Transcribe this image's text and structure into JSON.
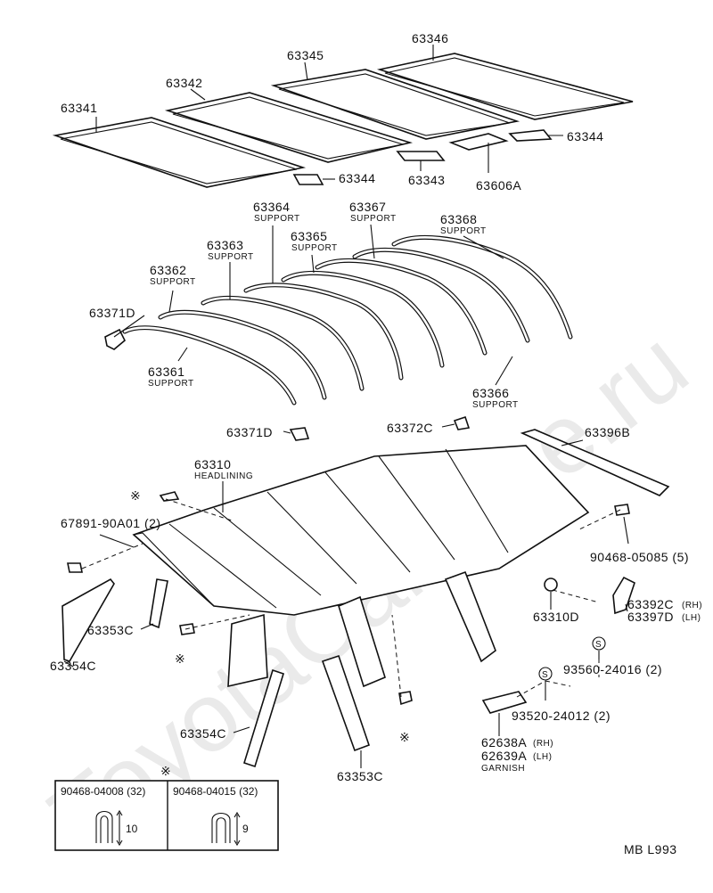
{
  "watermark": "ToyotaCarMine.ru",
  "diagram_code": "MB  L993",
  "labels": {
    "p63341": "63341",
    "p63342": "63342",
    "p63345": "63345",
    "p63346": "63346",
    "p63344a": "63344",
    "p63344b": "63344",
    "p63343": "63343",
    "p63606A": "63606A",
    "p63364": "63364",
    "p63367": "63367",
    "p63368": "63368",
    "p63363": "63363",
    "p63365": "63365",
    "p63362": "63362",
    "p63371Da": "63371D",
    "p63361": "63361",
    "p63366": "63366",
    "p63371Db": "63371D",
    "p63372C": "63372C",
    "p63396B": "63396B",
    "p63310": "63310",
    "p67891": "67891-90A01 (2)",
    "p90468_05085": "90468-05085 (5)",
    "p63310D": "63310D",
    "p63392C": "63392C",
    "p63397D": "63397D",
    "p63353Ca": "63353C",
    "p63354Ca": "63354C",
    "p93560": "93560-24016 (2)",
    "p93520": "93520-24012 (2)",
    "p62638A": "62638A",
    "p62639A": "62639A",
    "p63354Cb": "63354C",
    "p63353Cb": "63353C"
  },
  "sublabels": {
    "support": "SUPPORT",
    "headlining": "HEADLINING",
    "garnish": "GARNISH",
    "rh": "(RH)",
    "lh": "(LH)",
    "s_mark": "S",
    "asterisk": "※"
  },
  "fastener_box": {
    "clip1_part": "90468-04008 (32)",
    "clip1_dim": "10",
    "clip2_part": "90468-04015 (32)",
    "clip2_dim": "9"
  }
}
